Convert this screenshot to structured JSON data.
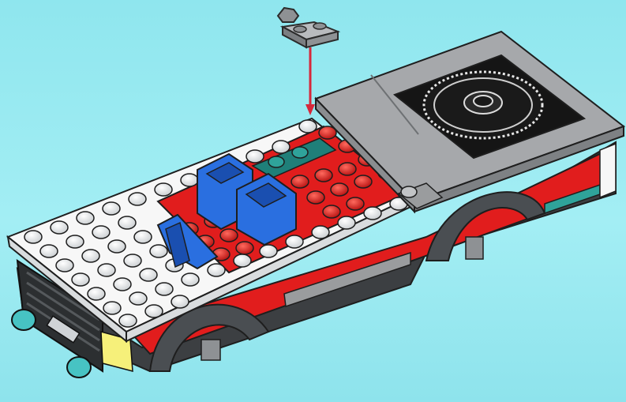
{
  "scene": {
    "colors": {
      "background": "#9ae8f0",
      "chassis_white": "#f7f7f7",
      "brick_red": "#e11d1d",
      "seat_blue": "#2a6fe0",
      "plate_gray": "#9a9c9e",
      "dark_gray": "#5d6164",
      "teal_accent": "#2fa39a",
      "arrow_red": "#d6283b",
      "light_yellow": "#f6f07a"
    },
    "icons": [
      "clip-plate-piece",
      "insertion-arrow",
      "spare-tire",
      "seat-icon",
      "headlight"
    ]
  }
}
